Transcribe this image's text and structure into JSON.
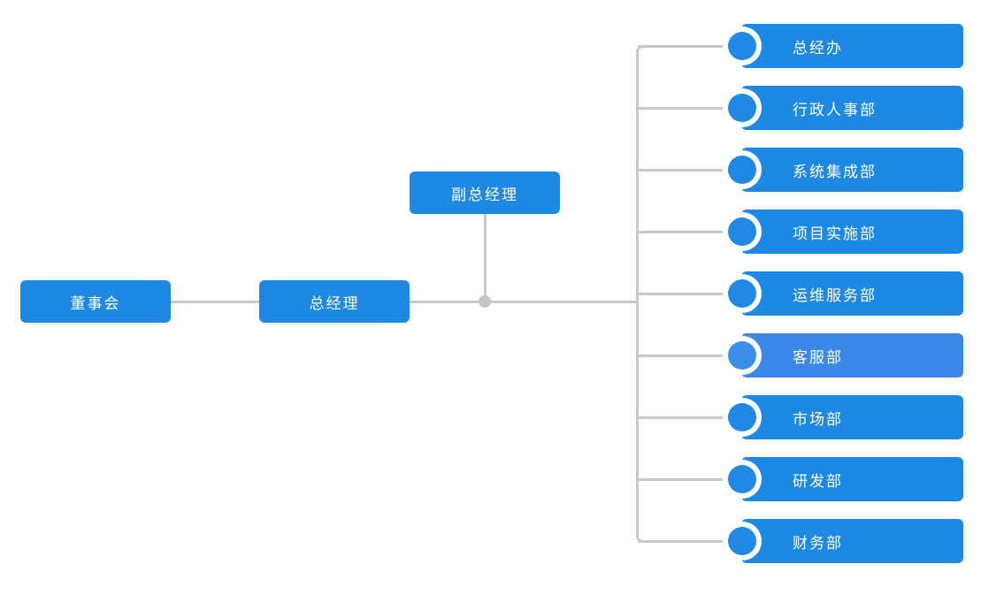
{
  "chart": {
    "type": "org-chart",
    "orientation": "left-to-right",
    "background_color": "#ffffff",
    "node_color": "#1e88e5",
    "node_active_color": "#3b88e8",
    "connector_color": "#c9c9c9",
    "text_color": "#ffffff"
  },
  "nodes": {
    "board": {
      "label": "董事会"
    },
    "general_manager": {
      "label": "总经理"
    },
    "deputy_general_manager": {
      "label": "副总经理"
    }
  },
  "departments": [
    {
      "label": "总经办",
      "active": false
    },
    {
      "label": "行政人事部",
      "active": false
    },
    {
      "label": "系统集成部",
      "active": false
    },
    {
      "label": "项目实施部",
      "active": false
    },
    {
      "label": "运维服务部",
      "active": false
    },
    {
      "label": "客服部",
      "active": true
    },
    {
      "label": "市场部",
      "active": false
    },
    {
      "label": "研发部",
      "active": false
    },
    {
      "label": "财务部",
      "active": false
    }
  ]
}
